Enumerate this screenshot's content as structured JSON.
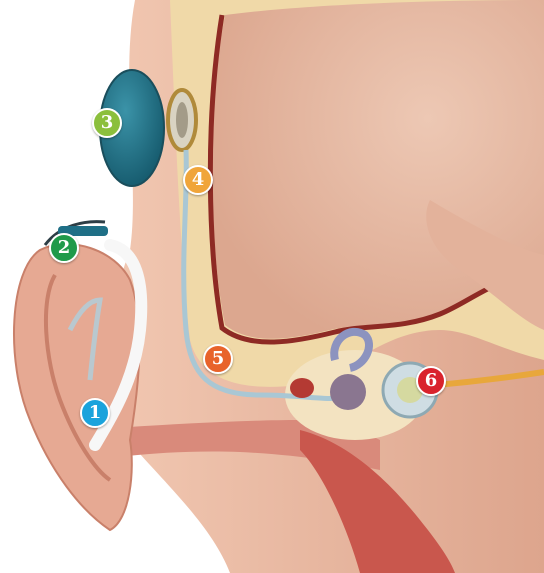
{
  "callouts": [
    {
      "label": "1",
      "color": "#1aa3dc"
    },
    {
      "label": "2",
      "color": "#1f9a4a"
    },
    {
      "label": "3",
      "color": "#8bbf3c"
    },
    {
      "label": "4",
      "color": "#f0a53a"
    },
    {
      "label": "5",
      "color": "#e8632b"
    },
    {
      "label": "6",
      "color": "#d9232d"
    }
  ],
  "colors": {
    "skin": "#e9b8a1",
    "skin_dark": "#d89880",
    "bone": "#f0d9a8",
    "brain": "#e9c1ab",
    "membrane": "#8e2a24",
    "processor": "#1f6f86",
    "implant_lead": "#a9c7d4",
    "tissue": "#c9574d"
  }
}
